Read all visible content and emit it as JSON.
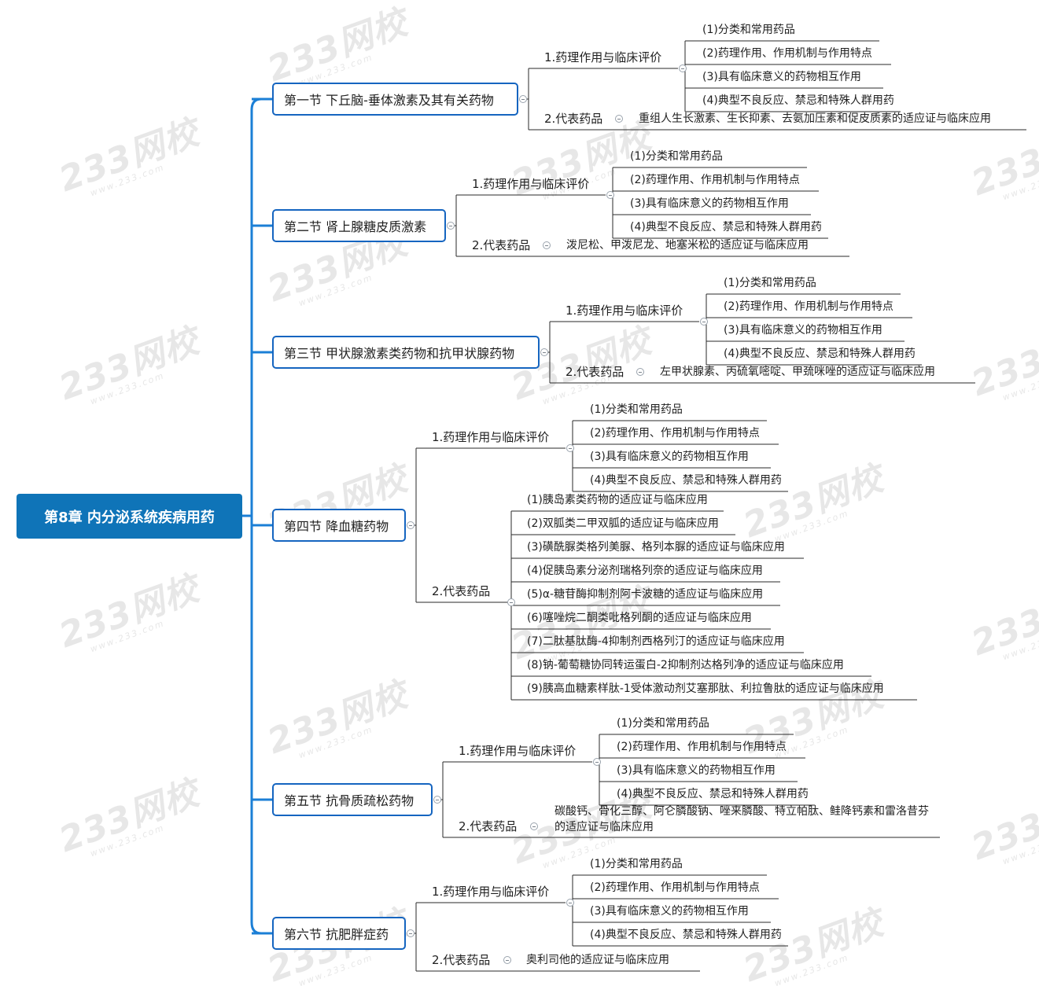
{
  "watermark": {
    "main": "233网校",
    "sub": "www.233.com"
  },
  "root": {
    "title": "第8章 内分泌系统疾病用药"
  },
  "sections": [
    {
      "title": "第一节 下丘脑-垂体激素及其有关药物",
      "eval": {
        "label": "1.药理作用与临床评价",
        "items": [
          "(1)分类和常用药品",
          "(2)药理作用、作用机制与作用特点",
          "(3)具有临床意义的药物相互作用",
          "(4)典型不良反应、禁忌和特殊人群用药"
        ]
      },
      "drugs": {
        "label": "2.代表药品",
        "items": [
          "重组人生长激素、生长抑素、去氨加压素和促皮质素的适应证与临床应用"
        ]
      }
    },
    {
      "title": "第二节 肾上腺糖皮质激素",
      "eval": {
        "label": "1.药理作用与临床评价",
        "items": [
          "(1)分类和常用药品",
          "(2)药理作用、作用机制与作用特点",
          "(3)具有临床意义的药物相互作用",
          "(4)典型不良反应、禁忌和特殊人群用药"
        ]
      },
      "drugs": {
        "label": "2.代表药品",
        "items": [
          "泼尼松、甲泼尼龙、地塞米松的适应证与临床应用"
        ]
      }
    },
    {
      "title": "第三节 甲状腺激素类药物和抗甲状腺药物",
      "eval": {
        "label": "1.药理作用与临床评价",
        "items": [
          "(1)分类和常用药品",
          "(2)药理作用、作用机制与作用特点",
          "(3)具有临床意义的药物相互作用",
          "(4)典型不良反应、禁忌和特殊人群用药"
        ]
      },
      "drugs": {
        "label": "2.代表药品",
        "items": [
          "左甲状腺素、丙硫氧嘧啶、甲巯咪唑的适应证与临床应用"
        ]
      }
    },
    {
      "title": "第四节 降血糖药物",
      "eval": {
        "label": "1.药理作用与临床评价",
        "items": [
          "(1)分类和常用药品",
          "(2)药理作用、作用机制与作用特点",
          "(3)具有临床意义的药物相互作用",
          "(4)典型不良反应、禁忌和特殊人群用药"
        ]
      },
      "drugs": {
        "label": "2.代表药品",
        "items": [
          "(1)胰岛素类药物的适应证与临床应用",
          "(2)双胍类二甲双胍的适应证与临床应用",
          "(3)磺酰脲类格列美脲、格列本脲的适应证与临床应用",
          "(4)促胰岛素分泌剂瑞格列奈的适应证与临床应用",
          "(5)α-糖苷酶抑制剂阿卡波糖的适应证与临床应用",
          "(6)噻唑烷二酮类吡格列酮的适应证与临床应用",
          "(7)二肽基肽酶-4抑制剂西格列汀的适应证与临床应用",
          "(8)钠-葡萄糖协同转运蛋白-2抑制剂达格列净的适应证与临床应用",
          "(9)胰高血糖素样肽-1受体激动剂艾塞那肽、利拉鲁肽的适应证与临床应用"
        ]
      }
    },
    {
      "title": "第五节 抗骨质疏松药物",
      "eval": {
        "label": "1.药理作用与临床评价",
        "items": [
          "(1)分类和常用药品",
          "(2)药理作用、作用机制与作用特点",
          "(3)具有临床意义的药物相互作用",
          "(4)典型不良反应、禁忌和特殊人群用药"
        ]
      },
      "drugs": {
        "label": "2.代表药品",
        "items": [
          "碳酸钙、骨化三醇、阿仑膦酸钠、唑来膦酸、特立帕肽、鲑降钙素和雷洛昔芬的适应证与临床应用"
        ]
      }
    },
    {
      "title": "第六节 抗肥胖症药",
      "eval": {
        "label": "1.药理作用与临床评价",
        "items": [
          "(1)分类和常用药品",
          "(2)药理作用、作用机制与作用特点",
          "(3)具有临床意义的药物相互作用",
          "(4)典型不良反应、禁忌和特殊人群用药"
        ]
      },
      "drugs": {
        "label": "2.代表药品",
        "items": [
          "奥利司他的适应证与临床应用"
        ]
      }
    }
  ],
  "colors": {
    "root_bg": "#0f74b8",
    "spine": "#1b7fd6",
    "section_border": "#1565c0",
    "branch_line": "#2a2a2a",
    "watermark": "#e6e6e6"
  }
}
